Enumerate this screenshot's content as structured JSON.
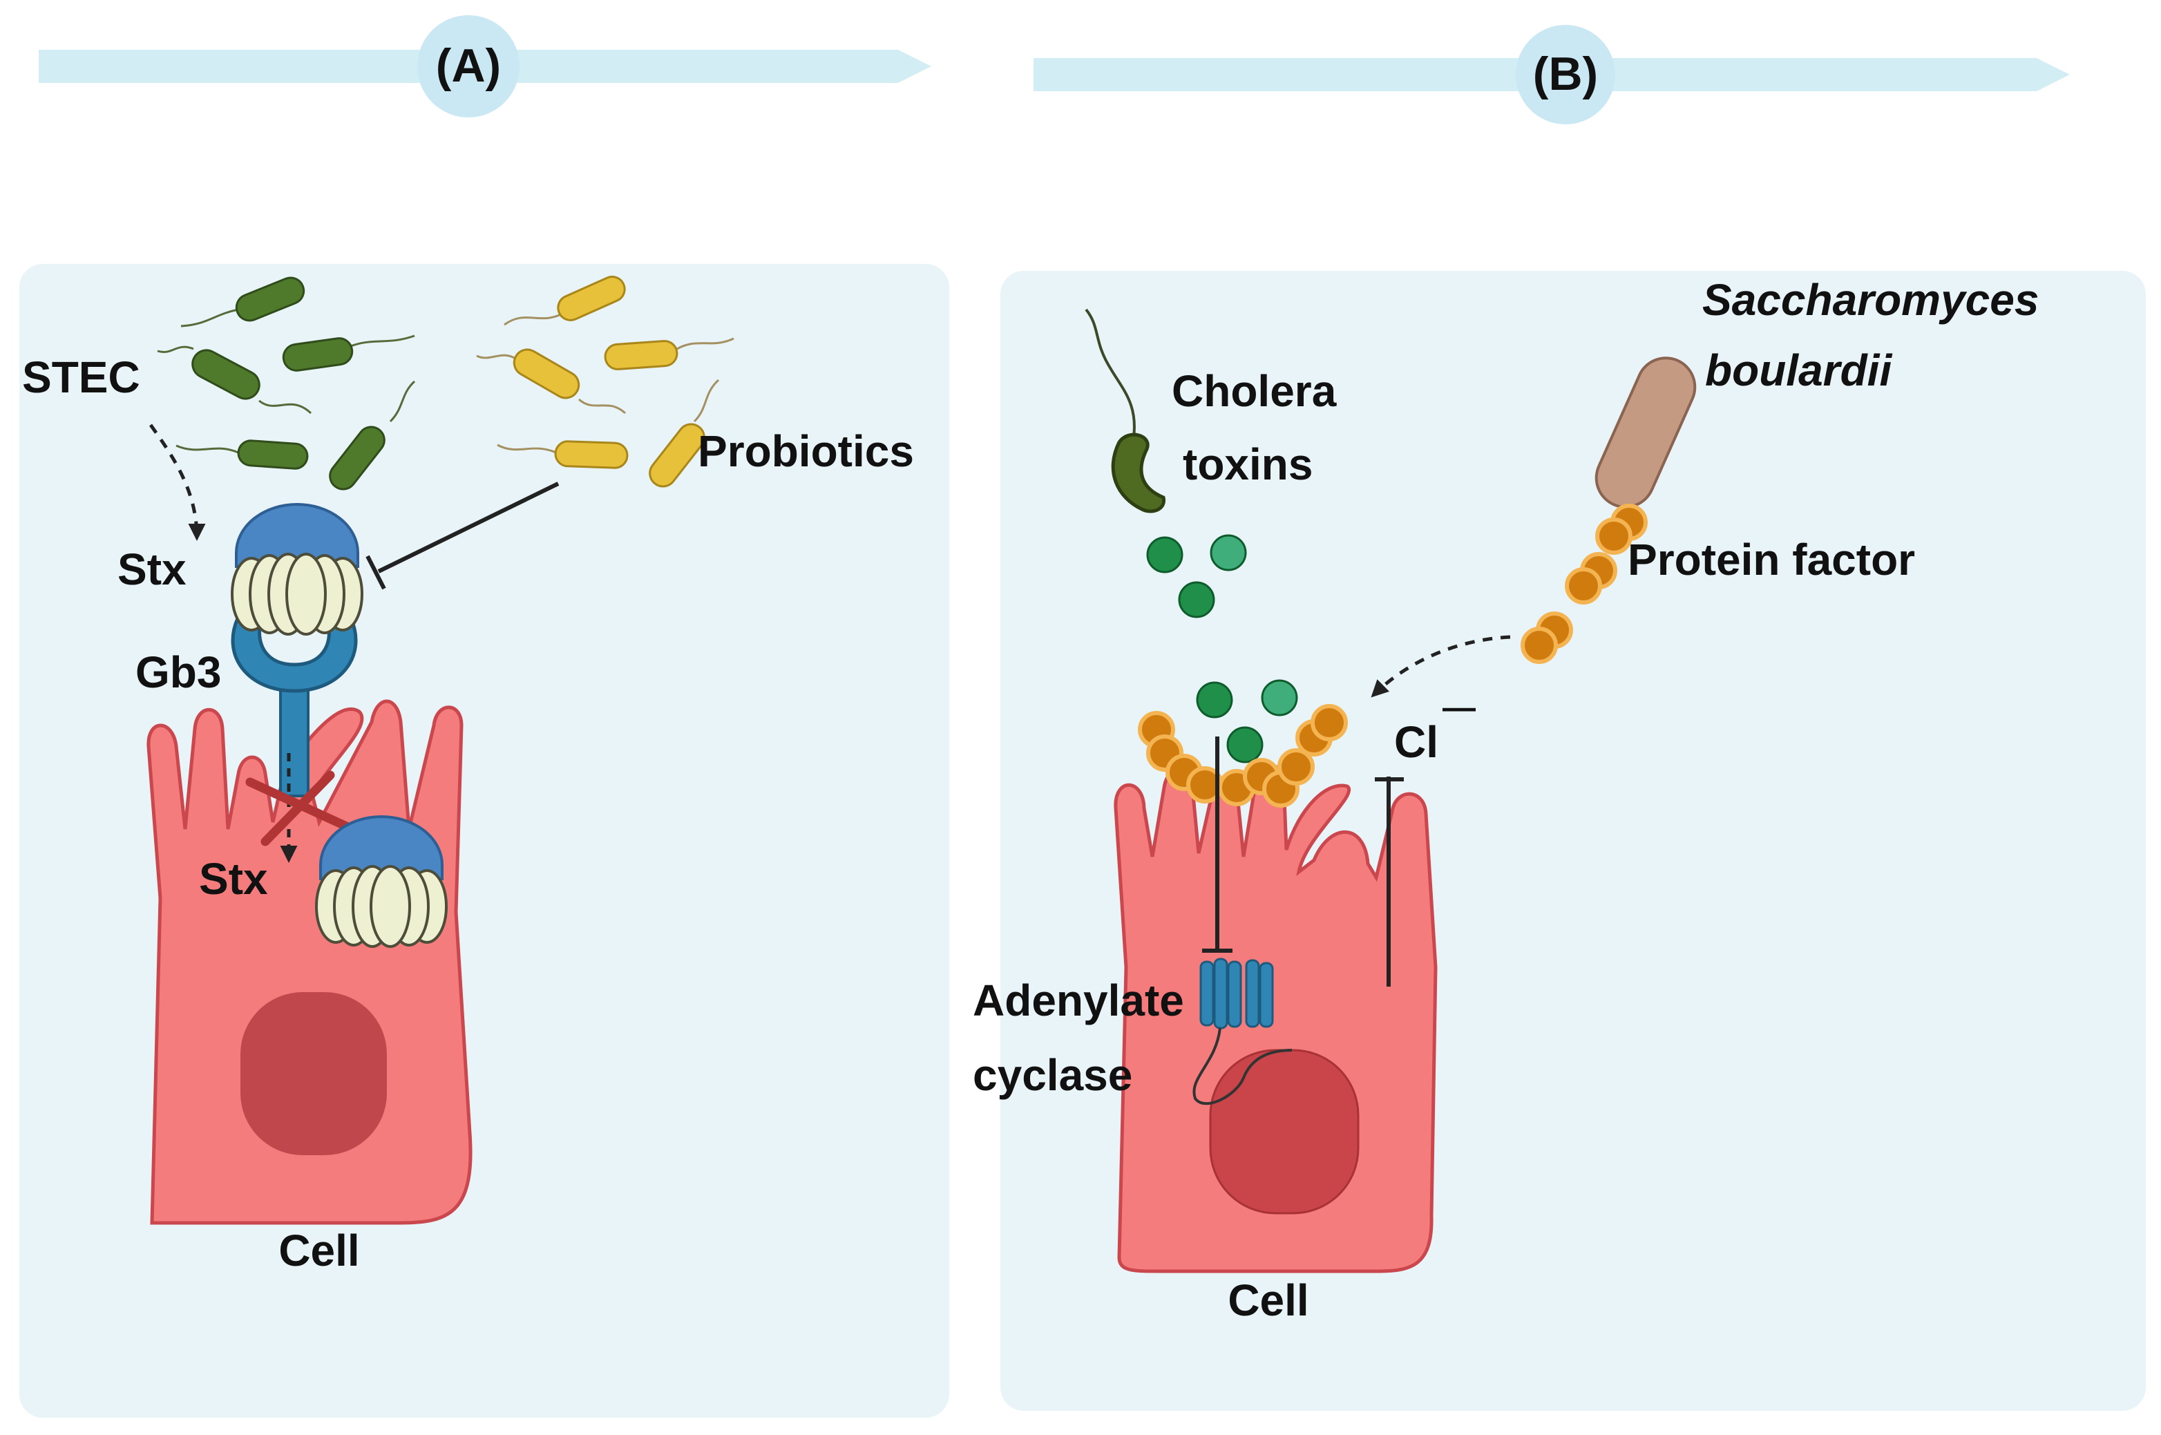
{
  "panels": {
    "a": {
      "badge": "(A)",
      "labels": {
        "stec": "STEC",
        "stx_outside": "Stx",
        "gb3": "Gb3",
        "probiotics": "Probiotics",
        "stx_inside": "Stx",
        "cell": "Cell"
      }
    },
    "b": {
      "badge": "(B)",
      "labels": {
        "cholera_line1": "Cholera",
        "cholera_line2": "toxins",
        "saccharomyces_line1": "Saccharomyces",
        "saccharomyces_line2": "boulardii",
        "protein_factor": "Protein factor",
        "chloride": "Cl",
        "chloride_charge": "—",
        "adenylate_line1": "Adenylate",
        "adenylate_line2": "cyclase",
        "cell": "Cell"
      }
    }
  },
  "colors": {
    "panel_bg": "#e8f4f8",
    "ribbon": "#d3edf5",
    "badge": "#c9e8f3",
    "cell_fill": "#f47c7c",
    "cell_stroke": "#c9474d",
    "nucleus": "#c0484d",
    "stec_green": "#4f7a2c",
    "probiotic_yellow": "#e8c13a",
    "toxin_green": "#1f8f4a",
    "protein_orange": "#d4800f",
    "receptor_blue": "#2f86b4",
    "inhibit_red": "#b23535"
  },
  "icons": [
    "arrow-ribbon-icon",
    "bacterium-icon",
    "toxin-icon",
    "receptor-icon",
    "yeast-icon",
    "channel-icon",
    "inhibition-x-icon"
  ]
}
